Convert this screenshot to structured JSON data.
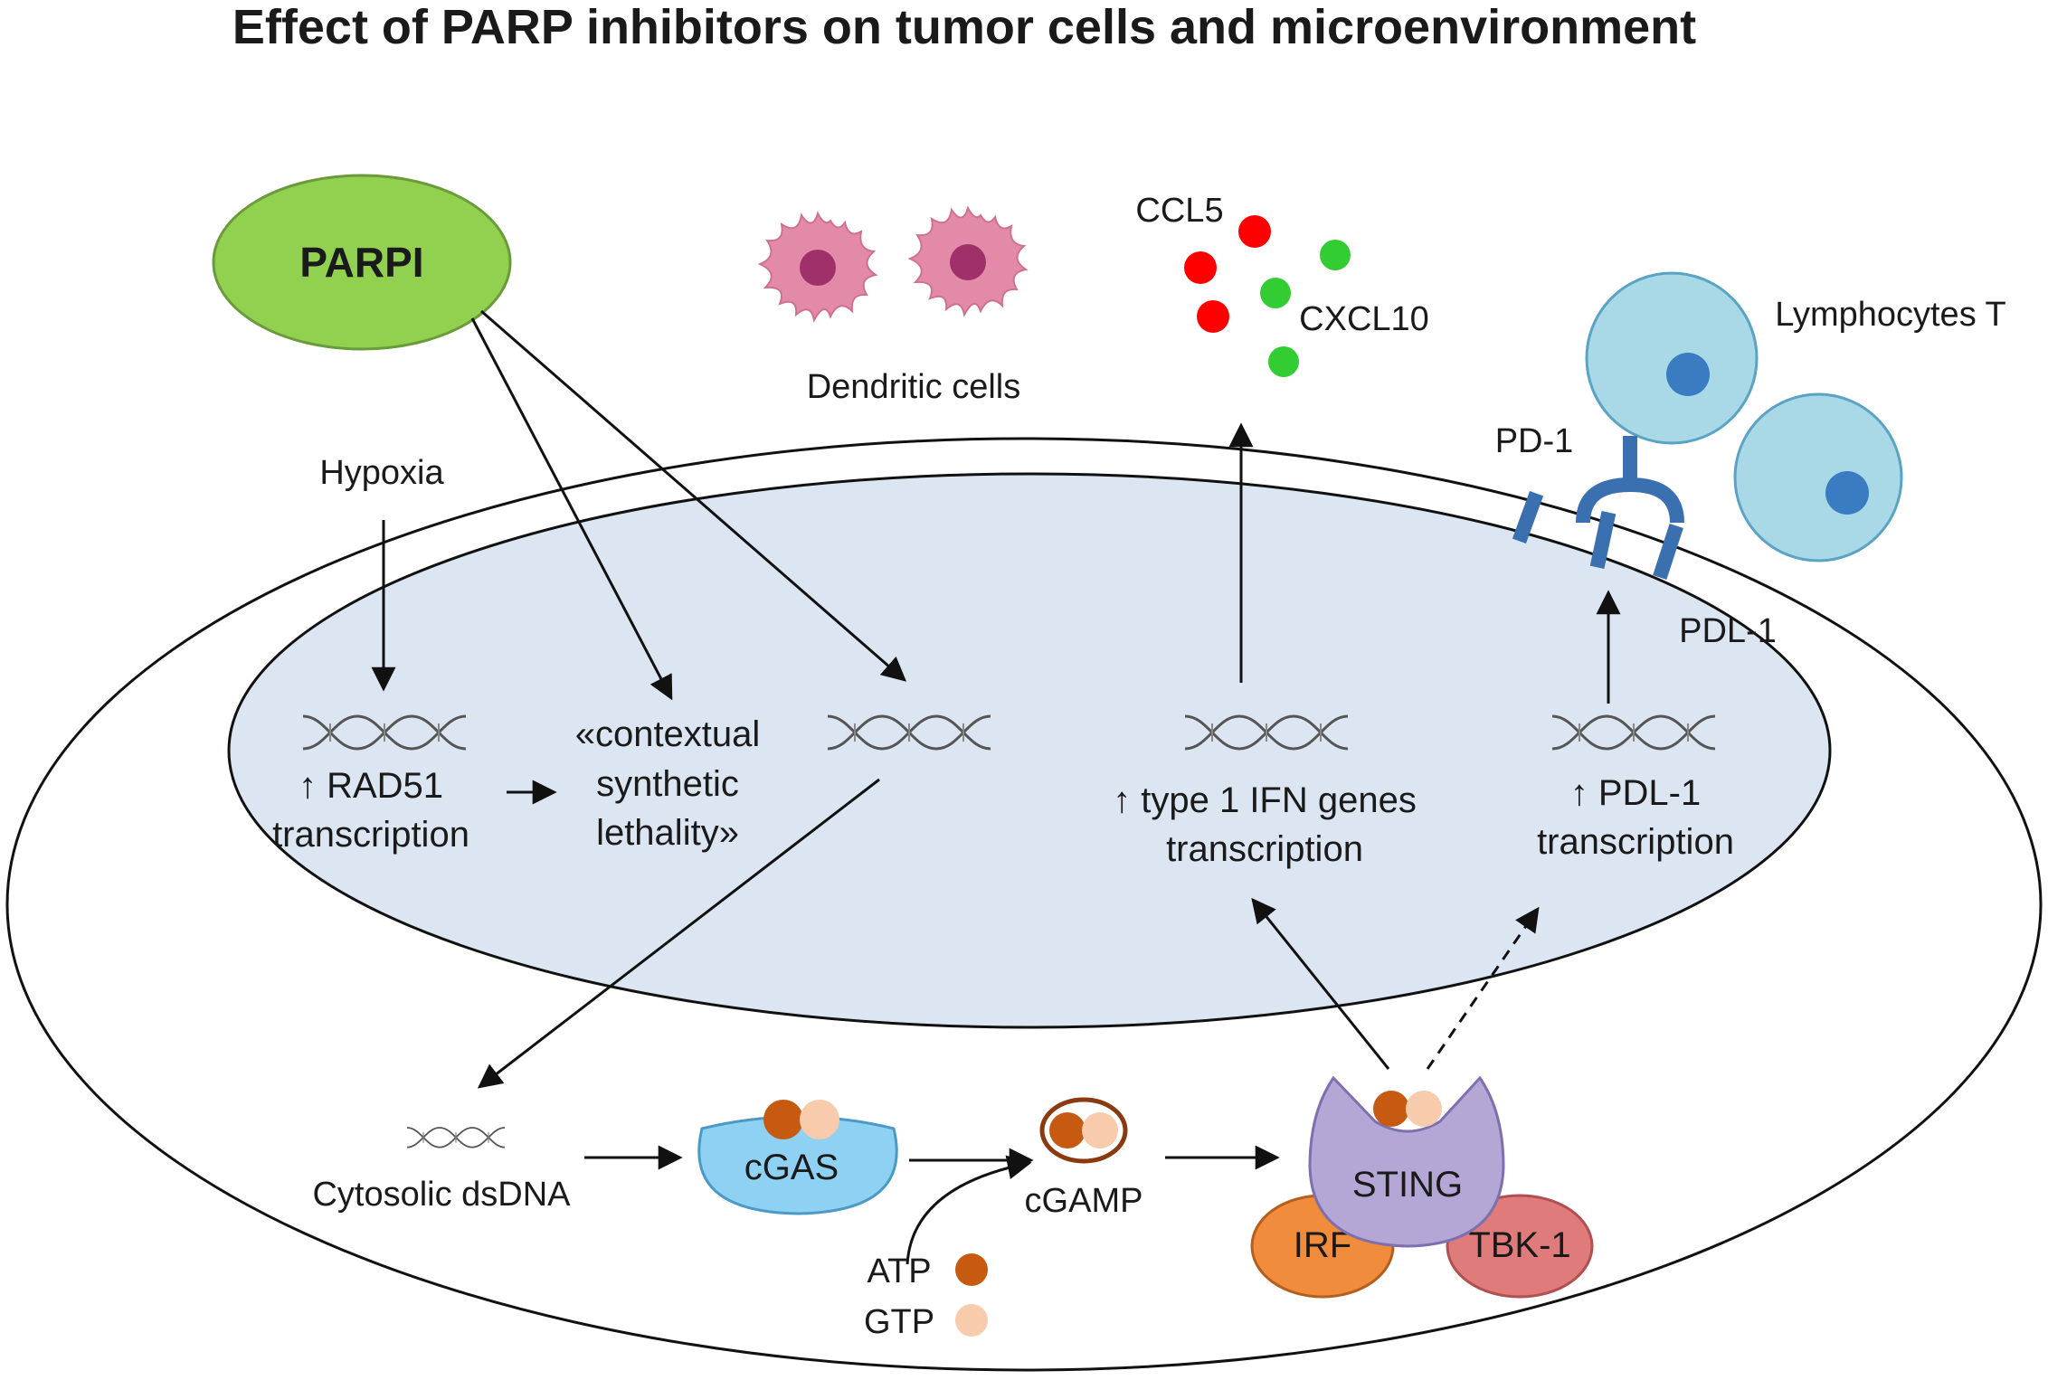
{
  "title": "Effect of PARP inhibitors on tumor cells and microenvironment",
  "nodes": {
    "parpi": "PARPI",
    "hypoxia": "Hypoxia",
    "rad51_line1": "↑ RAD51",
    "rad51_line2": "transcription",
    "csl_line1": "«contextual",
    "csl_line2": "synthetic",
    "csl_line3": "lethality»",
    "ifn_line1": "↑ type 1 IFN genes",
    "ifn_line2": "transcription",
    "pdl1t_line1": "↑ PDL-1",
    "pdl1t_line2": "transcription",
    "dendritic": "Dendritic cells",
    "ccl5": "CCL5",
    "cxcl10": "CXCL10",
    "lymphocytes": "Lymphocytes T",
    "pd1": "PD-1",
    "pdl1": "PDL-1",
    "dsdna": "Cytosolic dsDNA",
    "cgas": "cGAS",
    "cgamp": "cGAMP",
    "atp": "ATP",
    "gtp": "GTP",
    "sting": "STING",
    "irf": "IRF",
    "tbk1": "TBK-1"
  },
  "colors": {
    "parpi": "#92d050",
    "nucleus": "#dce6f2",
    "cgas": "#8fd1f2",
    "sting": "#b4a7d6",
    "irf": "#f08c3c",
    "tbk1": "#e07b7b",
    "lymphocyte": "#a9d8e6",
    "lymphocyte_nucleus": "#3a7cc2",
    "receptor": "#3a6fb0",
    "ccl5": "#ff0000",
    "cxcl10": "#33cc33",
    "atp": "#c65a11",
    "gtp": "#f8cbad",
    "dendritic": "#e48aa9"
  }
}
